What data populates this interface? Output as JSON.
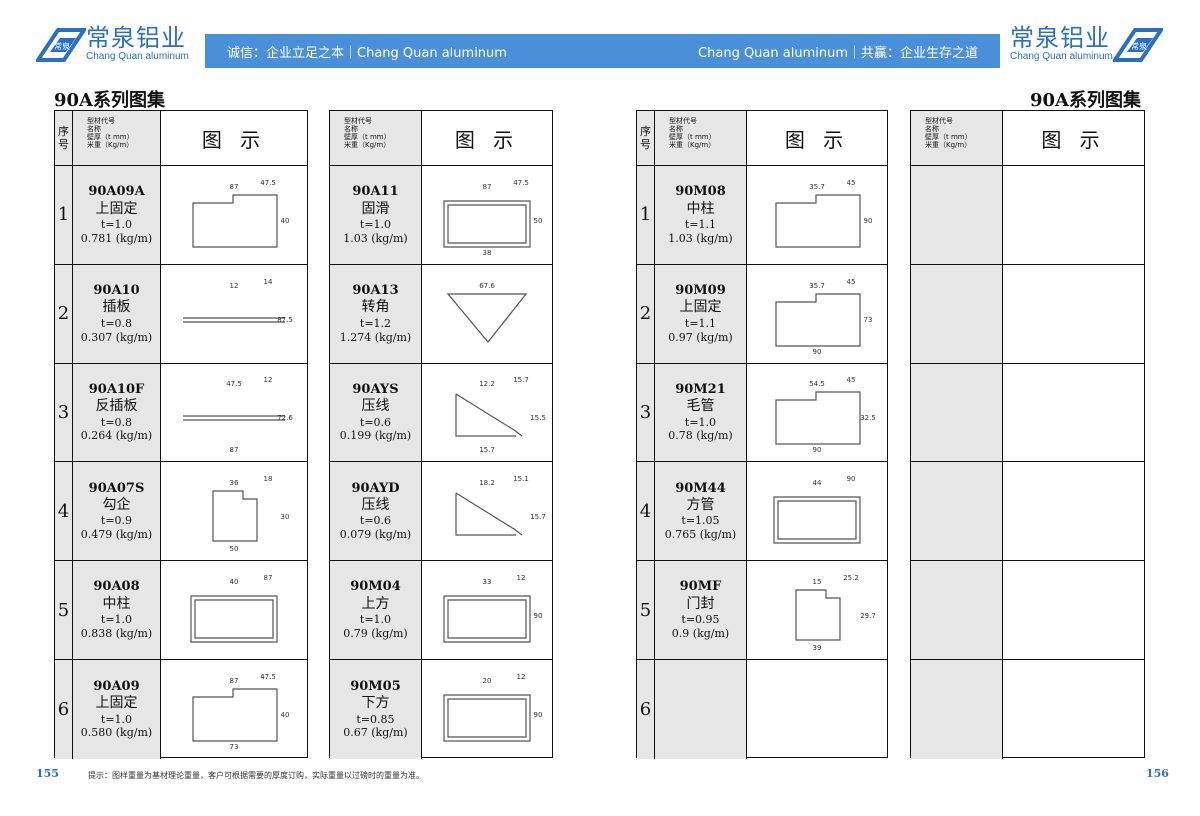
{
  "header": {
    "brand_cn": "常泉铝业",
    "brand_en": "Chang Quan aluminum",
    "bar_left": "诚信：企业立足之本｜Chang Quan aluminum",
    "bar_right": "Chang Quan aluminum｜共赢：企业生存之道",
    "logo_seal": "常泉"
  },
  "left_page": {
    "series_title": "90A系列图集",
    "page_number": "155",
    "note": "提示：图样重量为基材理论重量，客户可根据需要的厚度订购，实际重量以过磅时的重量为准。"
  },
  "right_page": {
    "series_title": "90A系列图集",
    "page_number": "156"
  },
  "table_header": {
    "seq": [
      "序",
      "号"
    ],
    "meta": [
      "型材代号",
      "名称",
      "壁厚（t mm）",
      "米重（Kg/m）"
    ],
    "picture": "图 示"
  },
  "tables": [
    {
      "rows": [
        {
          "seq": "1",
          "code": "90A09A",
          "name": "上固定",
          "t": "t=1.0",
          "w": "0.781 (kg/m)",
          "dims": [
            "87",
            "47.5",
            "40"
          ]
        },
        {
          "seq": "2",
          "code": "90A10",
          "name": "插板",
          "t": "t=0.8",
          "w": "0.307 (kg/m)",
          "dims": [
            "12",
            "14",
            "87.5"
          ]
        },
        {
          "seq": "3",
          "code": "90A10F",
          "name": "反插板",
          "t": "t=0.8",
          "w": "0.264 (kg/m)",
          "dims": [
            "47.5",
            "12",
            "72.6",
            "87"
          ]
        },
        {
          "seq": "4",
          "code": "90A07S",
          "name": "勾企",
          "t": "t=0.9",
          "w": "0.479 (kg/m)",
          "dims": [
            "36",
            "18",
            "30",
            "50"
          ]
        },
        {
          "seq": "5",
          "code": "90A08",
          "name": "中柱",
          "t": "t=1.0",
          "w": "0.838 (kg/m)",
          "dims": [
            "40",
            "87"
          ]
        },
        {
          "seq": "6",
          "code": "90A09",
          "name": "上固定",
          "t": "t=1.0",
          "w": "0.580 (kg/m)",
          "dims": [
            "87",
            "47.5",
            "40",
            "73"
          ]
        }
      ]
    },
    {
      "rows": [
        {
          "code": "90A11",
          "name": "固滑",
          "t": "t=1.0",
          "w": "1.03 (kg/m)",
          "dims": [
            "87",
            "47.5",
            "50",
            "38"
          ]
        },
        {
          "code": "90A13",
          "name": "转角",
          "t": "t=1.2",
          "w": "1.274 (kg/m)",
          "dims": [
            "67.6"
          ]
        },
        {
          "code": "90AYS",
          "name": "压线",
          "t": "t=0.6",
          "w": "0.199 (kg/m)",
          "dims": [
            "12.2",
            "15.7",
            "15.5",
            "15.7"
          ]
        },
        {
          "code": "90AYD",
          "name": "压线",
          "t": "t=0.6",
          "w": "0.079 (kg/m)",
          "dims": [
            "18.2",
            "15.1",
            "15.7"
          ]
        },
        {
          "code": "90M04",
          "name": "上方",
          "t": "t=1.0",
          "w": "0.79 (kg/m)",
          "dims": [
            "33",
            "12",
            "90"
          ]
        },
        {
          "code": "90M05",
          "name": "下方",
          "t": "t=0.85",
          "w": "0.67 (kg/m)",
          "dims": [
            "20",
            "12",
            "90"
          ]
        }
      ]
    },
    {
      "rows": [
        {
          "seq": "1",
          "code": "90M08",
          "name": "中柱",
          "t": "t=1.1",
          "w": "1.03 (kg/m)",
          "dims": [
            "35.7",
            "45",
            "90"
          ]
        },
        {
          "seq": "2",
          "code": "90M09",
          "name": "上固定",
          "t": "t=1.1",
          "w": "0.97 (kg/m)",
          "dims": [
            "35.7",
            "45",
            "73",
            "90"
          ]
        },
        {
          "seq": "3",
          "code": "90M21",
          "name": "毛管",
          "t": "t=1.0",
          "w": "0.78 (kg/m)",
          "dims": [
            "54.5",
            "45",
            "32.5",
            "90"
          ]
        },
        {
          "seq": "4",
          "code": "90M44",
          "name": "方管",
          "t": "t=1.05",
          "w": "0.765 (kg/m)",
          "dims": [
            "44",
            "90"
          ]
        },
        {
          "seq": "5",
          "code": "90MF",
          "name": "门封",
          "t": "t=0.95",
          "w": "0.9 (kg/m)",
          "dims": [
            "15",
            "25.2",
            "29.7",
            "39"
          ]
        },
        {
          "seq": "6",
          "code": "",
          "name": "",
          "t": "",
          "w": "",
          "dims": []
        }
      ]
    },
    {
      "rows": [
        {
          "code": "",
          "name": "",
          "t": "",
          "w": ""
        },
        {
          "code": "",
          "name": "",
          "t": "",
          "w": ""
        },
        {
          "code": "",
          "name": "",
          "t": "",
          "w": ""
        },
        {
          "code": "",
          "name": "",
          "t": "",
          "w": ""
        },
        {
          "code": "",
          "name": "",
          "t": "",
          "w": ""
        },
        {
          "code": "",
          "name": "",
          "t": "",
          "w": ""
        }
      ]
    }
  ]
}
